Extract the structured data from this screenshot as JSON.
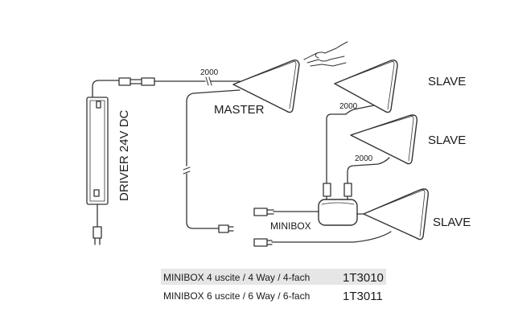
{
  "diagram": {
    "driver_label": "DRIVER 24V DC",
    "master_label": "MASTER",
    "minibox_label": "MINIBOX",
    "slaves": [
      "SLAVE",
      "SLAVE",
      "SLAVE"
    ],
    "cable_lengths": [
      "2000",
      "2000",
      "2000"
    ]
  },
  "table": {
    "rows": [
      {
        "description": "MINIBOX 4 uscite / 4 Way / 4-fach",
        "code": "1T3010"
      },
      {
        "description": "MINIBOX 6 uscite / 6 Way / 6-fach",
        "code": "1T3011"
      }
    ]
  },
  "colors": {
    "line": "#333333",
    "row_highlight": "#e6e6e6"
  }
}
